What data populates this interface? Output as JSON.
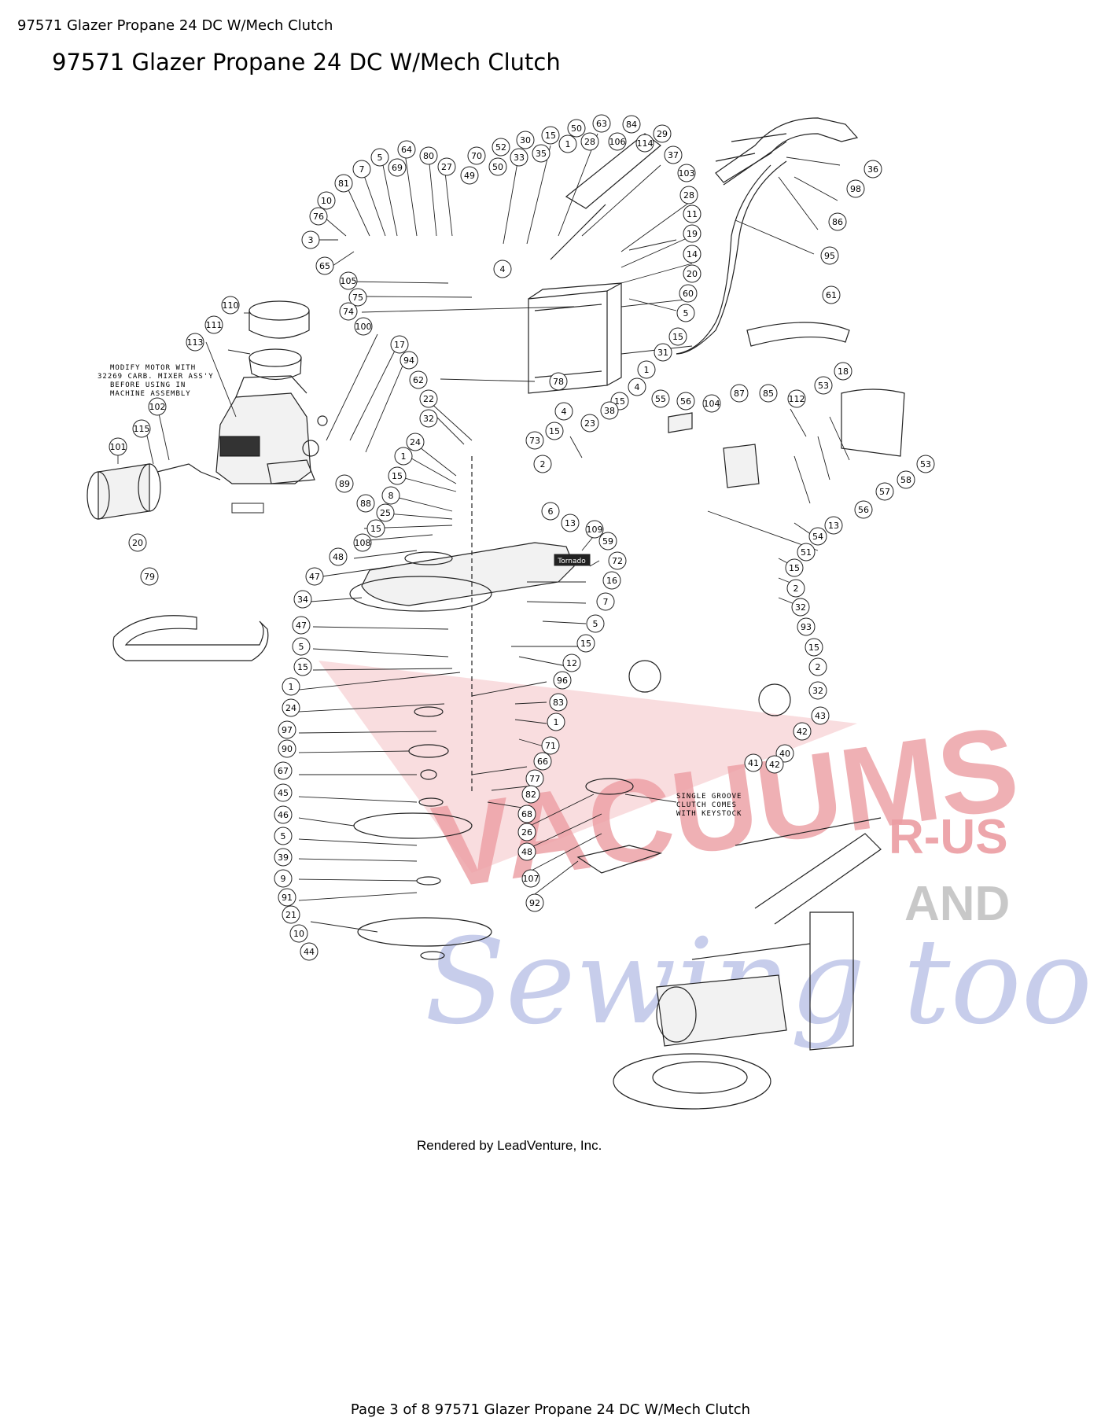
{
  "page": {
    "header": "97571 Glazer Propane 24 DC W/Mech Clutch",
    "title": "97571 Glazer Propane 24 DC W/Mech Clutch",
    "footer": "Page 3 of 8 97571 Glazer Propane 24 DC W/Mech Clutch"
  },
  "diagram": {
    "credit": "Rendered by LeadVenture, Inc.",
    "notes": {
      "motor": [
        "MODIFY MOTOR WITH",
        "32269 CARB. MIXER ASS'Y",
        "BEFORE USING IN",
        "MACHINE ASSEMBLY"
      ],
      "clutch": [
        "SINGLE GROOVE",
        "CLUTCH COMES",
        "WITH KEYSTOCK"
      ]
    },
    "watermark": {
      "brand": "VACUUMS",
      "r_us": "R-US",
      "and": "AND",
      "script": "Sewing too",
      "colors": {
        "red": "#e88b92",
        "grey": "#bfbfbf",
        "blue": "#a9b1e0"
      }
    },
    "decal_label": "Tornado"
  }
}
